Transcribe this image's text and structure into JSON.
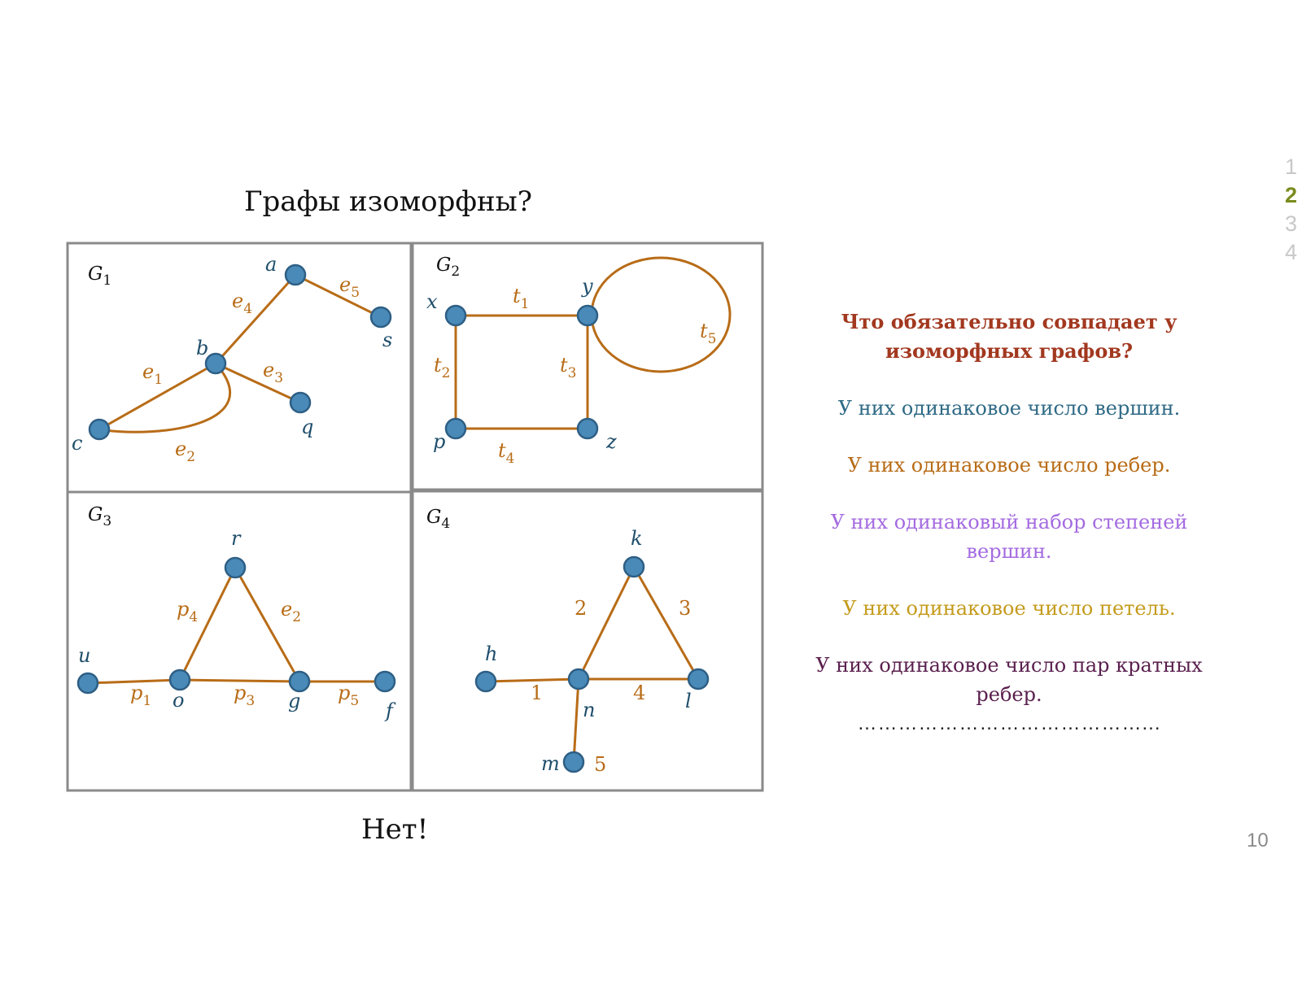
{
  "title": "Графы изоморфны?",
  "answer": "Нет!",
  "page_number": "10",
  "slide_nav": [
    "1",
    "2",
    "3",
    "4"
  ],
  "slide_nav_active": "2",
  "colors": {
    "edge": "#b86c17",
    "vertex": "#4a8ab8",
    "vertex_stroke": "#2e5f85",
    "vertex_label": "#1f4e6b",
    "box": "#8a8a8a"
  },
  "graphs": {
    "g1": {
      "name": "G",
      "sub": "1",
      "vertices": [
        "a",
        "b",
        "c",
        "q",
        "s"
      ],
      "edges": [
        {
          "label": "e",
          "sub": "1"
        },
        {
          "label": "e",
          "sub": "2"
        },
        {
          "label": "e",
          "sub": "3"
        },
        {
          "label": "e",
          "sub": "4"
        },
        {
          "label": "e",
          "sub": "5"
        }
      ]
    },
    "g2": {
      "name": "G",
      "sub": "2",
      "vertices": [
        "x",
        "y",
        "p",
        "z"
      ],
      "edges": [
        {
          "label": "t",
          "sub": "1"
        },
        {
          "label": "t",
          "sub": "2"
        },
        {
          "label": "t",
          "sub": "3"
        },
        {
          "label": "t",
          "sub": "4"
        },
        {
          "label": "t",
          "sub": "5"
        }
      ]
    },
    "g3": {
      "name": "G",
      "sub": "3",
      "vertices": [
        "r",
        "u",
        "o",
        "g",
        "f"
      ],
      "edges": [
        {
          "label": "p",
          "sub": "1"
        },
        {
          "label": "p",
          "sub": "3"
        },
        {
          "label": "p",
          "sub": "4"
        },
        {
          "label": "e",
          "sub": "2"
        },
        {
          "label": "p",
          "sub": "5"
        }
      ]
    },
    "g4": {
      "name": "G",
      "sub": "4",
      "vertices": [
        "k",
        "h",
        "n",
        "l",
        "m"
      ],
      "edges": [
        "1",
        "2",
        "3",
        "4",
        "5"
      ]
    }
  },
  "side_panel": {
    "question": "Что обязательно совпадает у изоморфных графов?",
    "items": [
      {
        "text": "У них одинаковое число вершин.",
        "color": "#2f6a86"
      },
      {
        "text": "У них одинаковое число ребер.",
        "color": "#b86c17"
      },
      {
        "text": "У них одинаковый набор степеней вершин.",
        "color": "#a46be0"
      },
      {
        "text": "У них одинаковое число петель.",
        "color": "#c49b1c"
      },
      {
        "text": "У них одинаковое число пар кратных ребер.",
        "color": "#5a1f4e"
      }
    ],
    "ellipsis": "……………………………………..."
  }
}
